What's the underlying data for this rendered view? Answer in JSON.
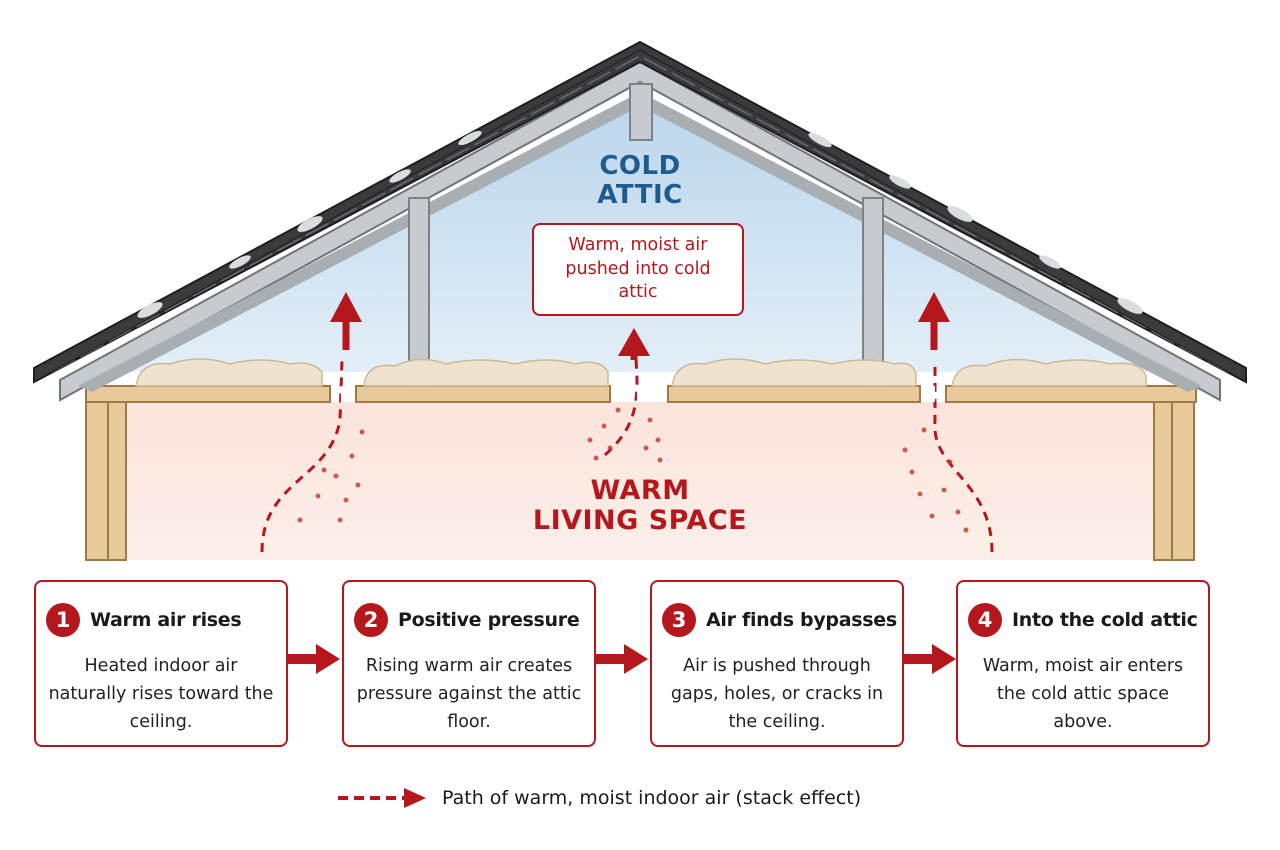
{
  "diagram": {
    "attic_label": "COLD\nATTIC",
    "living_label": "WARM\nLIVING SPACE",
    "attic_callout": "Warm, moist air pushed into cold attic"
  },
  "steps": [
    {
      "number": "1",
      "title": "Warm air rises",
      "body": "Heated indoor air naturally rises toward the ceiling."
    },
    {
      "number": "2",
      "title": "Positive pressure",
      "body": "Rising warm air creates pressure against the attic floor."
    },
    {
      "number": "3",
      "title": "Air finds bypasses",
      "body": "Air is pushed through gaps, holes, or cracks in the ceiling."
    },
    {
      "number": "4",
      "title": "Into the cold attic",
      "body": "Warm, moist air enters the cold attic space above."
    }
  ],
  "legend": {
    "text": "Path of warm, moist indoor air (stack effect)"
  },
  "colors": {
    "accent_red": "#b5171d",
    "attic_blue": "#1f5b8e",
    "attic_sky": "#cfe3f3",
    "living_pink": "#fbe6df",
    "roof_shingle": "#3b3b3d",
    "framing_wood": "#e8c999",
    "insulation": "#efe3cf"
  },
  "icons": {
    "step_arrow": "right-arrow-icon",
    "legend_arrow": "dashed-arrow-icon"
  }
}
